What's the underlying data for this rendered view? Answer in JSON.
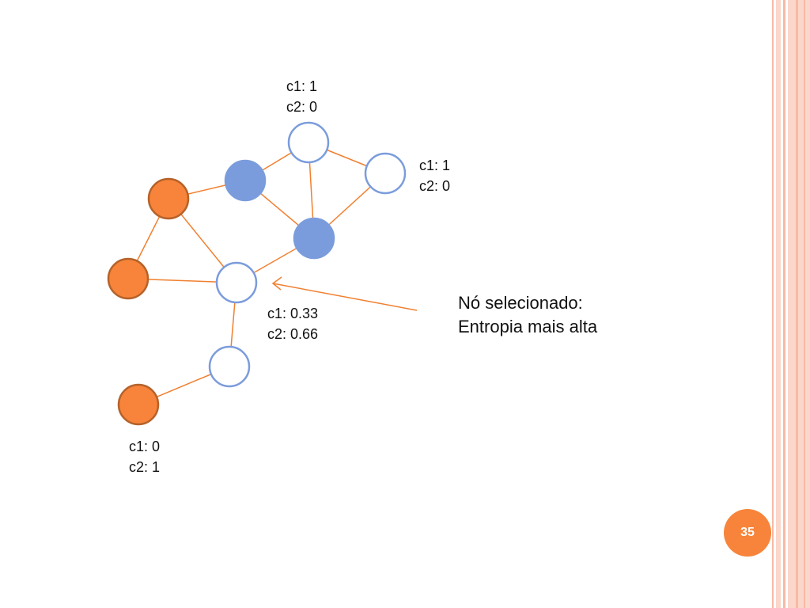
{
  "colors": {
    "frame": "#f7b9a4",
    "frame_light": "#fad7ca",
    "edge": "#f08030",
    "orange_node_fill": "#f7843a",
    "orange_node_stroke": "#b5622a",
    "blue_node_fill": "#7b9cdc",
    "blue_node_stroke": "#7b9cdc",
    "white_node_stroke": "#7b9cdc",
    "badge": "#f7843a"
  },
  "nodes": [
    {
      "id": "top",
      "type": "unlabeled"
    },
    {
      "id": "right",
      "type": "unlabeled"
    },
    {
      "id": "blue1",
      "type": "labeled-class-1"
    },
    {
      "id": "blue2",
      "type": "labeled-class-1"
    },
    {
      "id": "orange1",
      "type": "labeled-class-2"
    },
    {
      "id": "orange2",
      "type": "labeled-class-2"
    },
    {
      "id": "selected",
      "type": "unlabeled"
    },
    {
      "id": "lower",
      "type": "unlabeled"
    },
    {
      "id": "orange3",
      "type": "labeled-class-2"
    }
  ],
  "edges": [
    [
      "top",
      "blue1"
    ],
    [
      "top",
      "right"
    ],
    [
      "top",
      "blue2"
    ],
    [
      "right",
      "blue2"
    ],
    [
      "blue1",
      "blue2"
    ],
    [
      "blue1",
      "orange1"
    ],
    [
      "orange1",
      "orange2"
    ],
    [
      "orange1",
      "selected"
    ],
    [
      "orange2",
      "selected"
    ],
    [
      "selected",
      "blue2"
    ],
    [
      "selected",
      "lower"
    ],
    [
      "lower",
      "orange3"
    ]
  ],
  "labels": {
    "top": {
      "c1": "c1: 1",
      "c2": "c2: 0"
    },
    "right": {
      "c1": "c1: 1",
      "c2": "c2: 0"
    },
    "selected": {
      "c1": "c1: 0.33",
      "c2": "c2: 0.66"
    },
    "orange3": {
      "c1": "c1: 0",
      "c2": "c2: 1"
    }
  },
  "callout": {
    "line1": "Nó selecionado:",
    "line2": "Entropia mais alta"
  },
  "page_number": "35"
}
